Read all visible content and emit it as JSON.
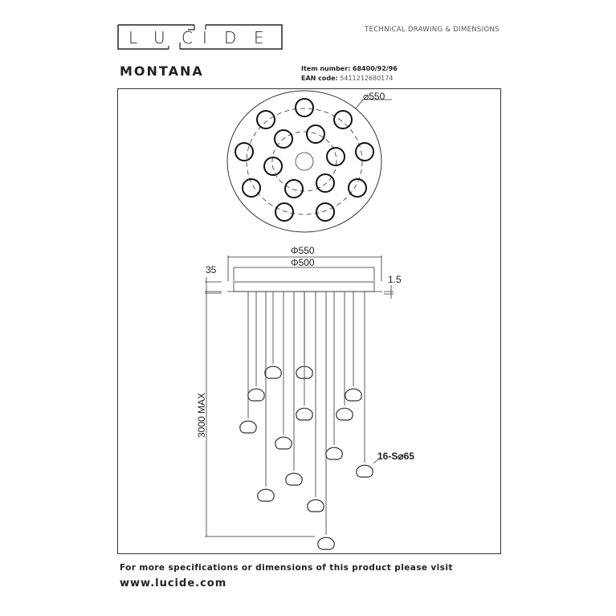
{
  "brand": {
    "logo_text": "LUCIDE",
    "header_right": "TECHNICAL DRAWING & DIMENSIONS"
  },
  "product": {
    "name": "MONTANA",
    "item_label": "Item number:",
    "item_value": "68400/92/96",
    "ean_label": "EAN code:",
    "ean_value": "5411212680174"
  },
  "drawing": {
    "top_diameter": "⌀550",
    "outer_diameter": "Φ550",
    "inner_diameter": "Φ500",
    "canopy_height": "35",
    "plate_thickness": "1.5",
    "drop_length": "3000 MAX",
    "bulb_spec": "16-S⌀65"
  },
  "footer": {
    "line1": "For more specifications or dimensions of this product please visit",
    "url": "www.lucide.com"
  }
}
